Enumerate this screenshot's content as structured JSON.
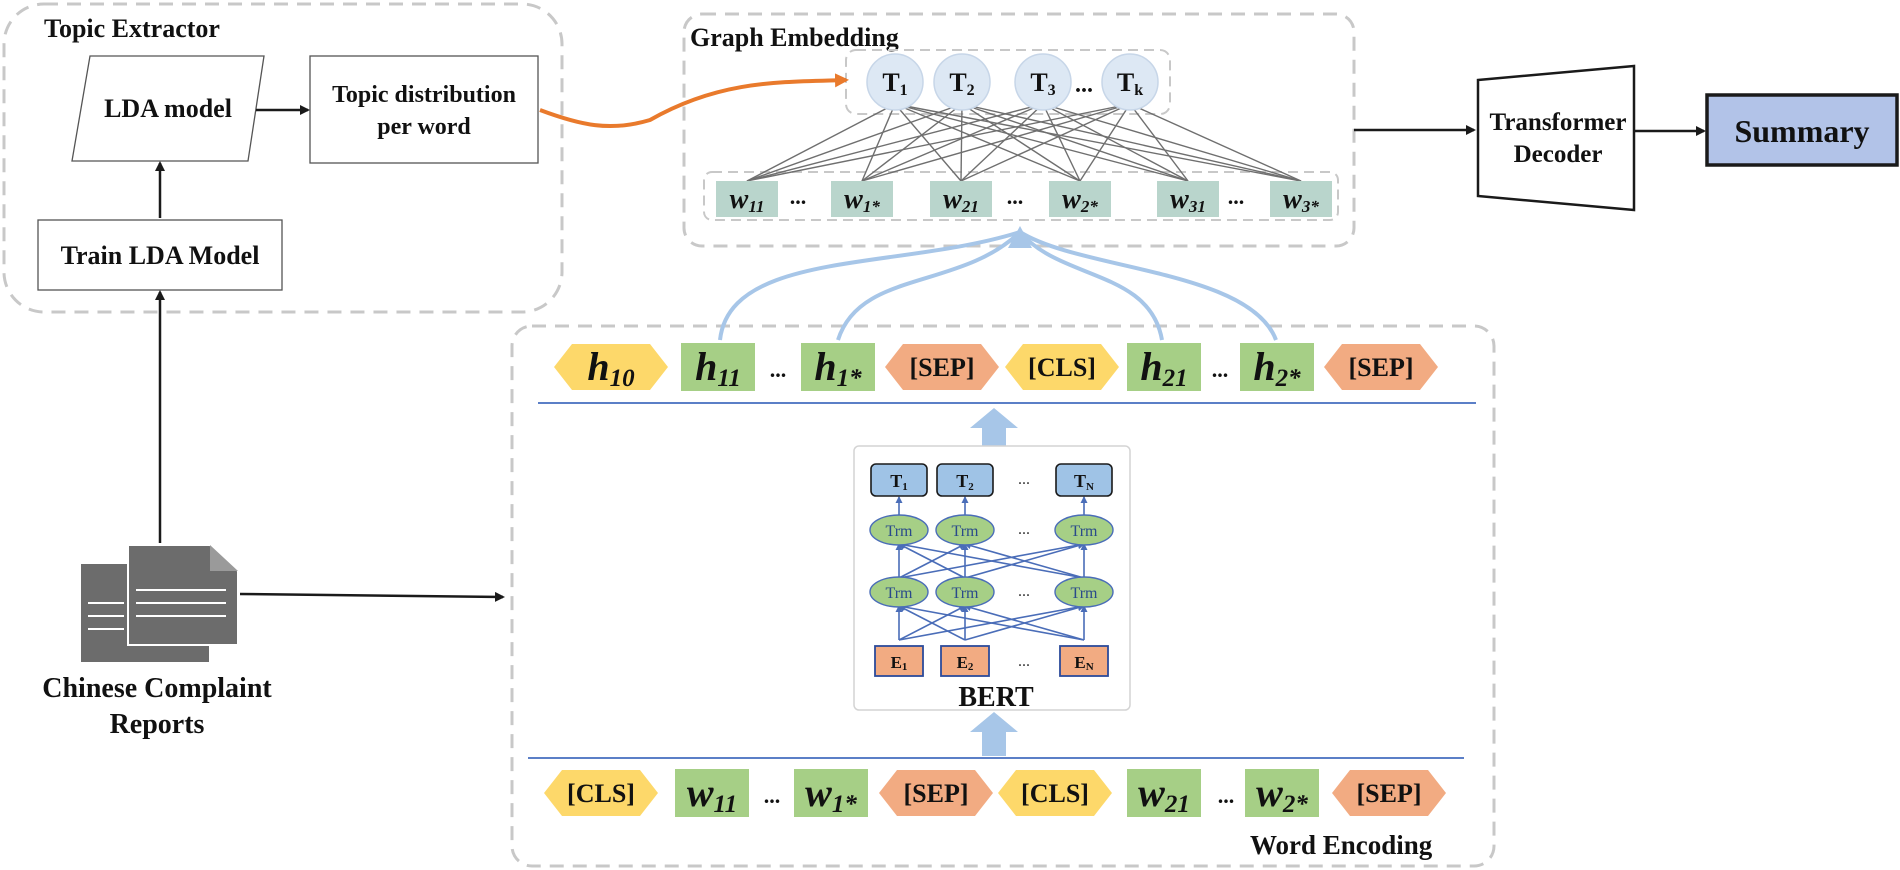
{
  "topic_extractor": {
    "title": "Topic Extractor",
    "lda_model": "LDA model",
    "topic_dist_line1": "Topic distribution",
    "topic_dist_line2": "per word",
    "train_lda": "Train LDA Model"
  },
  "graph_embedding": {
    "title": "Graph Embedding",
    "topics": [
      {
        "base": "T",
        "sub": "1"
      },
      {
        "base": "T",
        "sub": "2"
      },
      {
        "base": "T",
        "sub": "3"
      },
      {
        "base": "T",
        "sub": "k"
      }
    ],
    "words": [
      {
        "base": "w",
        "sub": "11"
      },
      {
        "base": "w",
        "sub": "1*"
      },
      {
        "base": "w",
        "sub": "21"
      },
      {
        "base": "w",
        "sub": "2*"
      },
      {
        "base": "w",
        "sub": "31"
      },
      {
        "base": "w",
        "sub": "3*"
      }
    ],
    "ellipsis": "..."
  },
  "decoder": {
    "line1": "Transformer",
    "line2": "Decoder"
  },
  "summary": {
    "label": "Summary"
  },
  "reports": {
    "line1": "Chinese Complaint",
    "line2": "Reports"
  },
  "hidden_row": [
    {
      "kind": "hex-yellow",
      "base": "h",
      "sub": "10"
    },
    {
      "kind": "rect-green",
      "base": "h",
      "sub": "11"
    },
    {
      "kind": "rect-green",
      "base": "h",
      "sub": "1*"
    },
    {
      "kind": "hex-orange",
      "text": "[SEP]"
    },
    {
      "kind": "hex-yellow",
      "text": "[CLS]"
    },
    {
      "kind": "rect-green",
      "base": "h",
      "sub": "21"
    },
    {
      "kind": "rect-green",
      "base": "h",
      "sub": "2*"
    },
    {
      "kind": "hex-orange",
      "text": "[SEP]"
    }
  ],
  "input_row": [
    {
      "kind": "hex-yellow",
      "text": "[CLS]"
    },
    {
      "kind": "rect-green",
      "base": "w",
      "sub": "11"
    },
    {
      "kind": "rect-green",
      "base": "w",
      "sub": "1*"
    },
    {
      "kind": "hex-orange",
      "text": "[SEP]"
    },
    {
      "kind": "hex-yellow",
      "text": "[CLS]"
    },
    {
      "kind": "rect-green",
      "base": "w",
      "sub": "21"
    },
    {
      "kind": "rect-green",
      "base": "w",
      "sub": "2*"
    },
    {
      "kind": "hex-orange",
      "text": "[SEP]"
    }
  ],
  "bert": {
    "label": "BERT",
    "outputs": [
      {
        "base": "T",
        "sub": "1"
      },
      {
        "base": "T",
        "sub": "2"
      },
      {
        "base": "T",
        "sub": "N"
      }
    ],
    "trm": "Trm",
    "embeds": [
      {
        "base": "E",
        "sub": "1"
      },
      {
        "base": "E",
        "sub": "2"
      },
      {
        "base": "E",
        "sub": "N"
      }
    ]
  },
  "word_encoding": {
    "label": "Word Encoding"
  },
  "colors": {
    "dash_border": "#c8c8c8",
    "topic_fill": "#dde8f4",
    "word_fill": "#b9d5cc",
    "green": "#a6cf86",
    "yellow": "#fdd86a",
    "orange": "#f2ab82",
    "blue_box": "#9fc3e6",
    "summary_fill": "#b2c3e8",
    "arrow_blue": "#a7c6e8",
    "orange_arrow": "#e97a2c",
    "line_blue": "#5b7fc7",
    "doc_gray": "#6c6c6c"
  }
}
